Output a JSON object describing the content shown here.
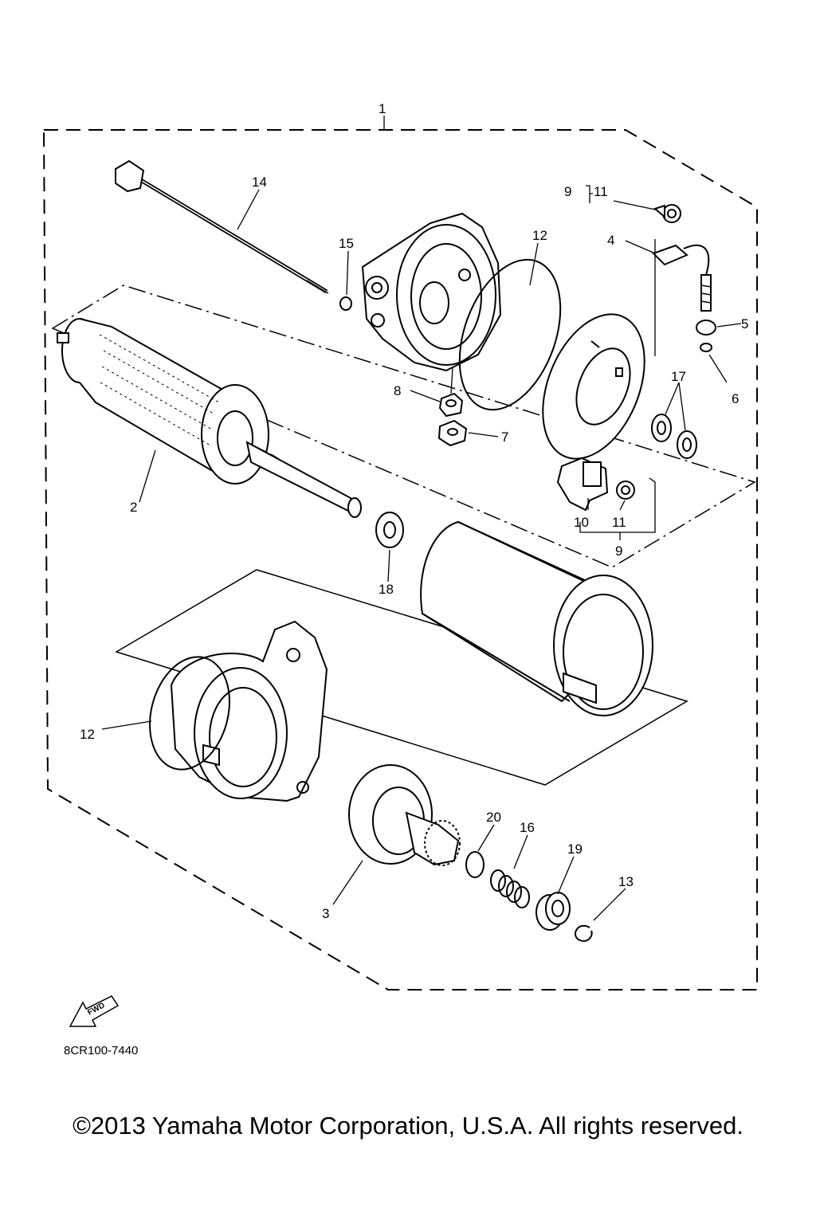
{
  "diagram": {
    "callouts": {
      "c1": "1",
      "c2": "2",
      "c3": "3",
      "c4": "4",
      "c5": "5",
      "c6": "6",
      "c7": "7",
      "c8": "8",
      "c9_top": "9",
      "c9_bottom": "9",
      "c10": "10",
      "c11_top": "11",
      "c11_bottom": "11",
      "c12_top": "12",
      "c12_bottom": "12",
      "c13": "13",
      "c14": "14",
      "c15": "15",
      "c16": "16",
      "c17": "17",
      "c18": "18",
      "c19": "19",
      "c20": "20"
    },
    "fwd_label": "FWD",
    "reference_code": "8CR100-7440"
  },
  "footer": {
    "copyright": "©2013 Yamaha Motor Corporation, U.S.A. All rights reserved."
  }
}
